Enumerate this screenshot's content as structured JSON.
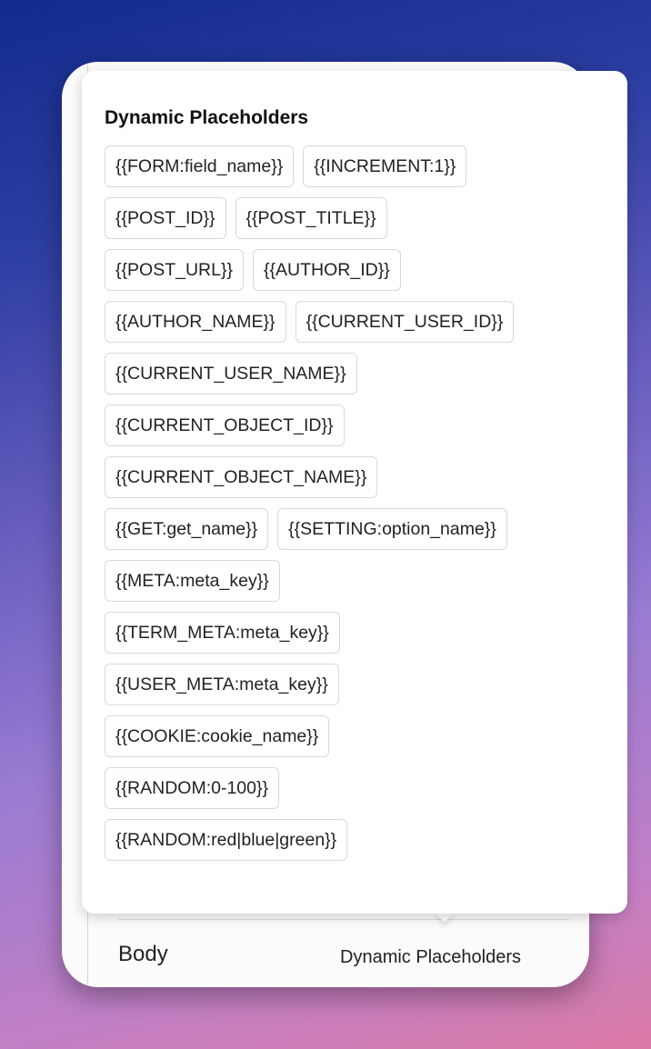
{
  "popover": {
    "title": "Dynamic Placeholders",
    "rows": [
      [
        "{{FORM:field_name}}",
        "{{INCREMENT:1}}"
      ],
      [
        "{{POST_ID}}",
        "{{POST_TITLE}}"
      ],
      [
        "{{POST_URL}}",
        "{{AUTHOR_ID}}"
      ],
      [
        "{{AUTHOR_NAME}}",
        "{{CURRENT_USER_ID}}"
      ],
      [
        "{{CURRENT_USER_NAME}}"
      ],
      [
        "{{CURRENT_OBJECT_ID}}"
      ],
      [
        "{{CURRENT_OBJECT_NAME}}"
      ],
      [
        "{{GET:get_name}}",
        "{{SETTING:option_name}}"
      ],
      [
        "{{META:meta_key}}"
      ],
      [
        "{{TERM_META:meta_key}}"
      ],
      [
        "{{USER_META:meta_key}}"
      ],
      [
        "{{COOKIE:cookie_name}}"
      ],
      [
        "{{RANDOM:0-100}}"
      ],
      [
        "{{RANDOM:red|blue|green}}"
      ]
    ]
  },
  "footer": {
    "left_label": "Body",
    "right_label": "Dynamic Placeholders"
  }
}
